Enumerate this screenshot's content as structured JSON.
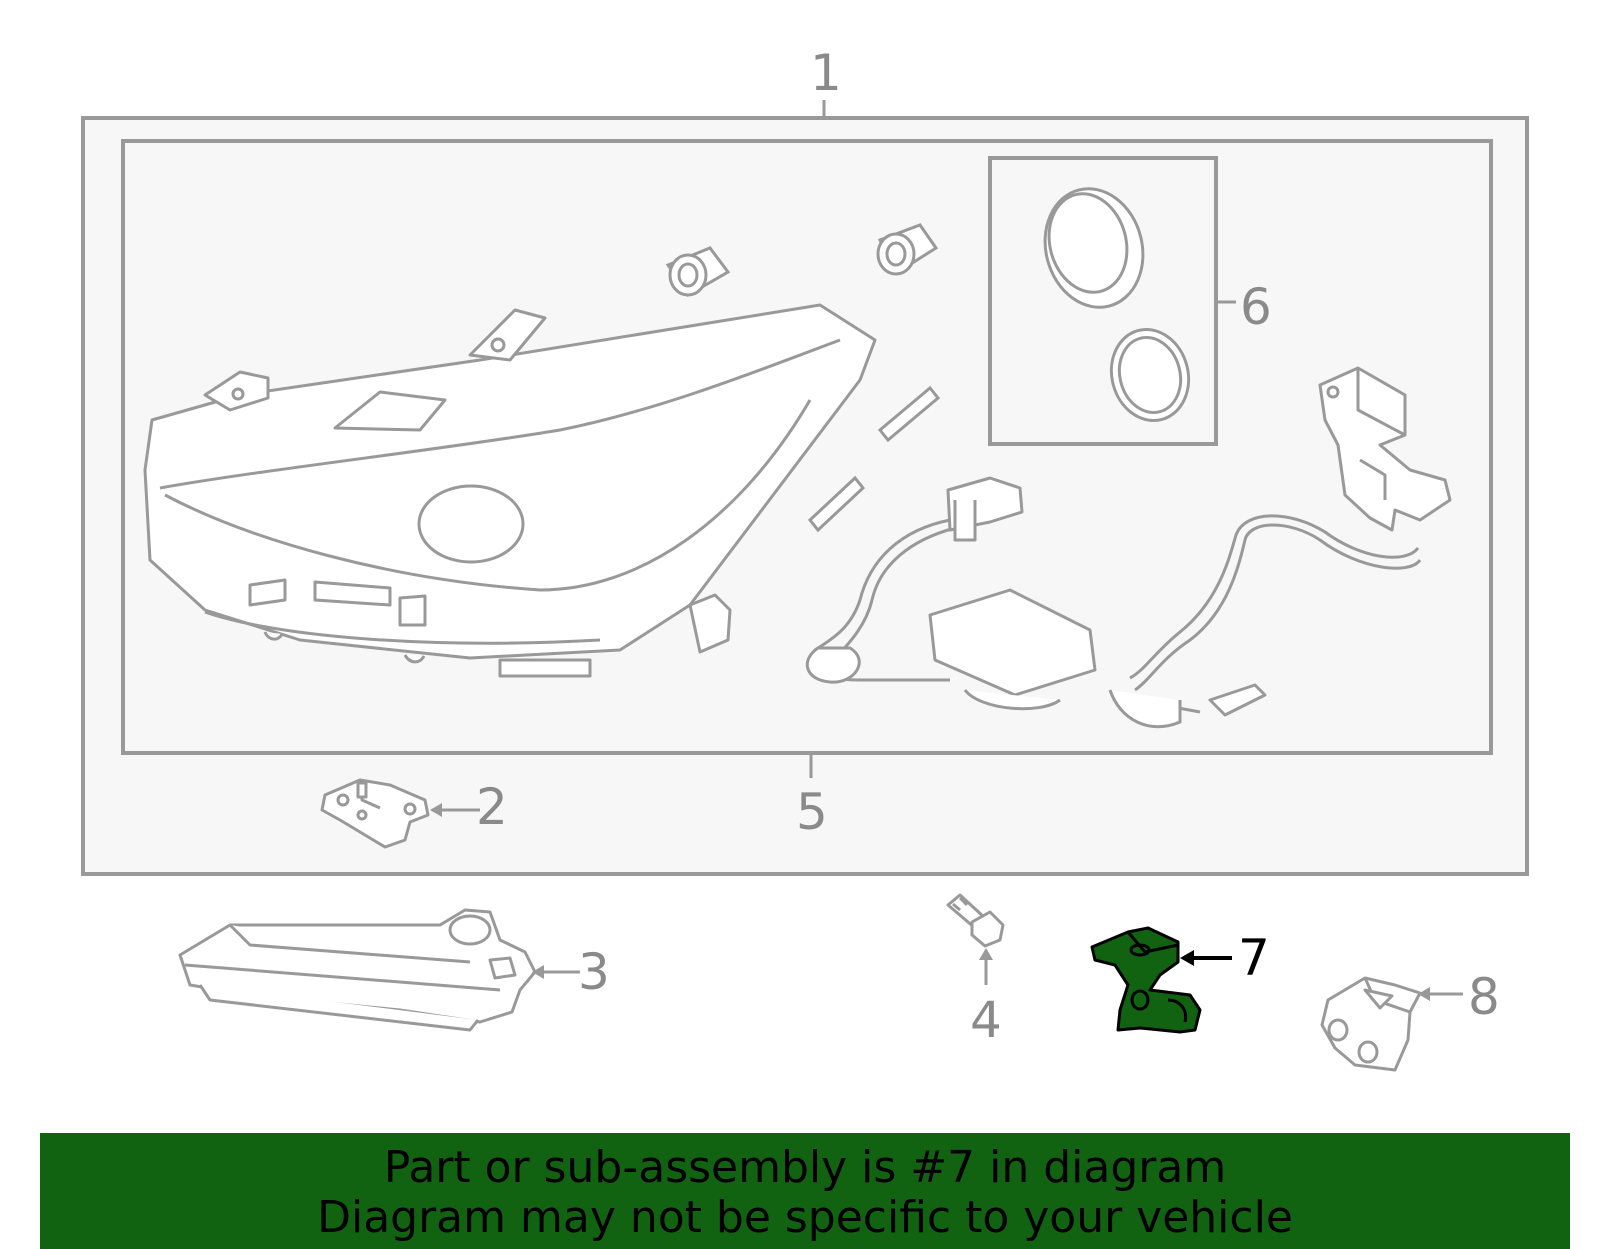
{
  "callouts": {
    "c1": "1",
    "c2": "2",
    "c3": "3",
    "c4": "4",
    "c5": "5",
    "c6": "6",
    "c7": "7",
    "c8": "8"
  },
  "banner": {
    "line1": "Part or sub-assembly is #7 in diagram",
    "line2": "Diagram may not be specific to your vehicle"
  },
  "colors": {
    "line": "#999999",
    "panel": "#f7f7f7",
    "highlight": "#116211",
    "callout_highlight": "#000000"
  }
}
